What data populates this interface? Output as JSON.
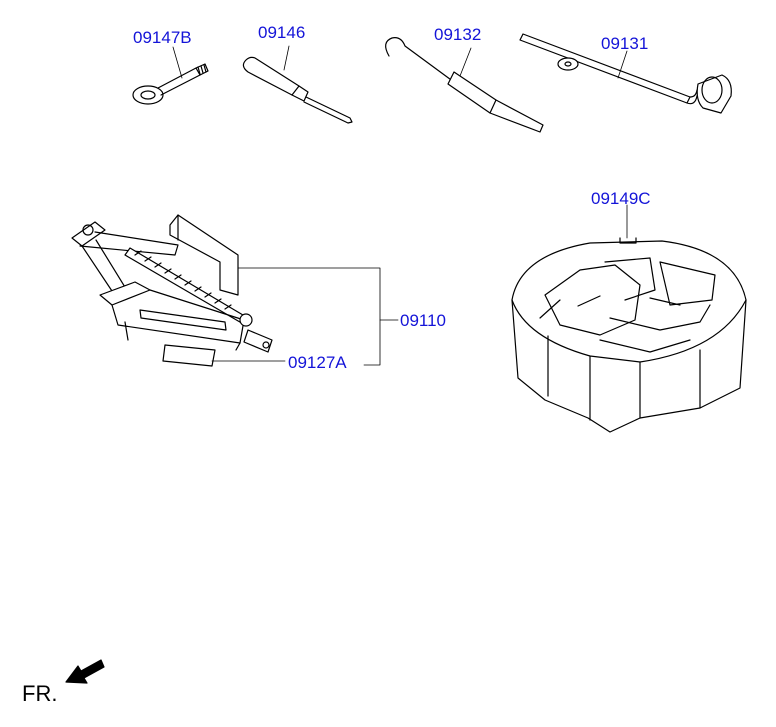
{
  "parts": {
    "p09147B": "09147B",
    "p09146": "09146",
    "p09132": "09132",
    "p09131": "09131",
    "p09149C": "09149C",
    "p09110": "09110",
    "p09127A": "09127A"
  },
  "direction_label": "FR.",
  "colors": {
    "callout": "#1414d8",
    "line": "#000000"
  }
}
